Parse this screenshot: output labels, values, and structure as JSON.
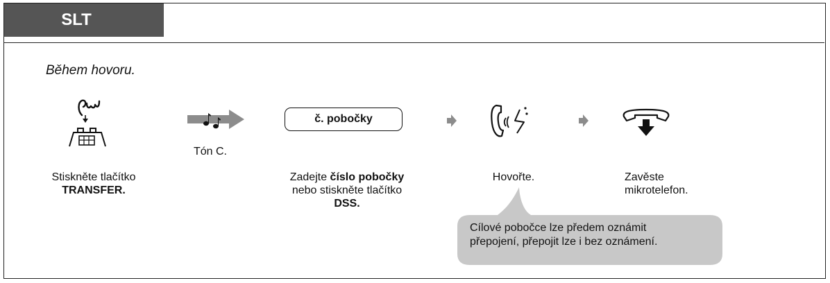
{
  "header": {
    "title": "SLT"
  },
  "context": "Během hovoru.",
  "steps": {
    "transfer": {
      "line1": "Stiskněte tlačítko",
      "line2": "TRANSFER."
    },
    "tone": "Tón C.",
    "extension_key": "č. pobočky",
    "dial": {
      "prefix": "Zadejte ",
      "bold": "číslo pobočky",
      "line2": "nebo stiskněte tlačítko",
      "line3": "DSS."
    },
    "talk": "Hovořte.",
    "hangup": {
      "line1": "Zavěste",
      "line2": "mikrotelefon."
    }
  },
  "note": {
    "line1": "Cílové pobočce lze předem oznámit",
    "line2": "přepojení, přepojit lze i bez oznámení."
  },
  "colors": {
    "header_bg": "#555555",
    "arrow": "#8c8c8c",
    "callout": "#c8c8c8"
  },
  "icons": [
    "press-finger-icon",
    "transfer-key-icon",
    "tone-arrow-icon",
    "step-arrow-icon",
    "talk-handset-icon",
    "hangup-handset-icon"
  ]
}
